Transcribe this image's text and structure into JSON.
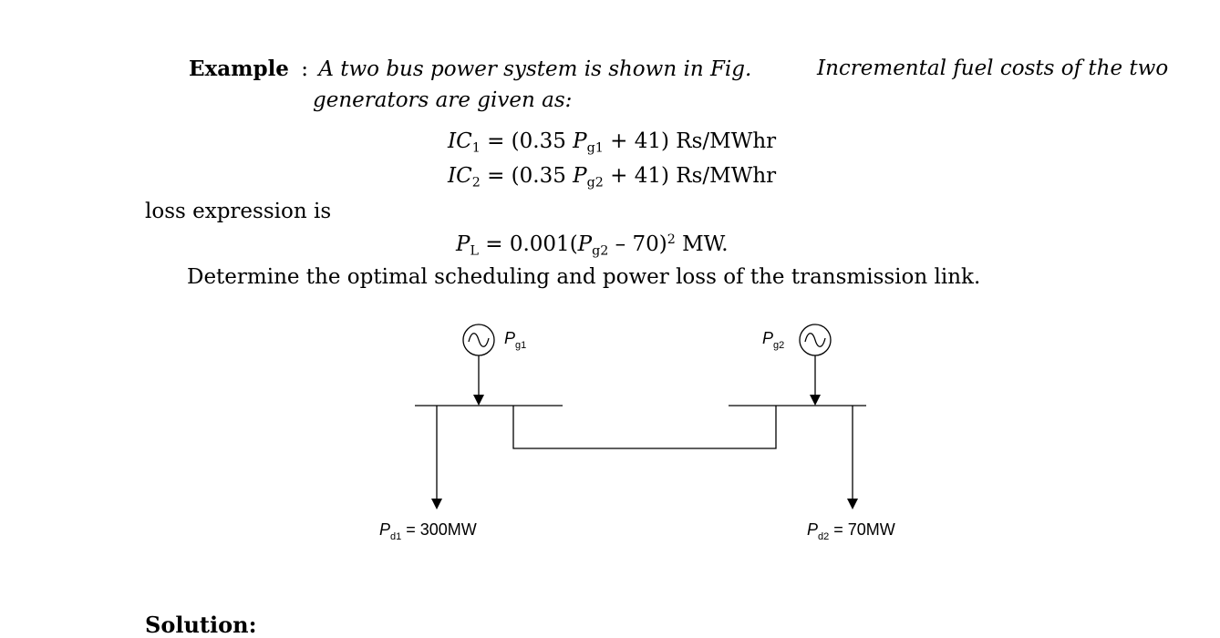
{
  "example": {
    "label": "Example",
    "colon": ":",
    "line1_a": "A two bus power system is shown in Fig.",
    "line1_b": "Incremental fuel costs of the two",
    "line2": "generators are given as:"
  },
  "equations": {
    "ic1": {
      "lhs": "IC",
      "lhs_sub": "1",
      "pre": " = (0.35 ",
      "var": "P",
      "var_sub": "g1",
      "post": " + 41) Rs/MWhr"
    },
    "ic2": {
      "lhs": "IC",
      "lhs_sub": "2",
      "pre": " = (0.35 ",
      "var": "P",
      "var_sub": "g2",
      "post": " + 41) Rs/MWhr"
    },
    "loss_intro": "loss expression is",
    "loss": {
      "lhs": "P",
      "lhs_sub": "L",
      "pre": " = 0.001(",
      "var": "P",
      "var_sub": "g2",
      "mid": " – 70)",
      "sup": "2",
      "post": " MW."
    }
  },
  "task": "Determine the optimal scheduling and power loss of the transmission link.",
  "diagram": {
    "pg1": {
      "main": "P",
      "sub": "g1"
    },
    "pg2": {
      "main": "P",
      "sub": "g2"
    },
    "pd1": {
      "main": "P",
      "sub": "d1",
      "value": " = 300MW"
    },
    "pd2": {
      "main": "P",
      "sub": "d2",
      "value": " = 70MW"
    }
  },
  "solution_heading": "Solution:"
}
